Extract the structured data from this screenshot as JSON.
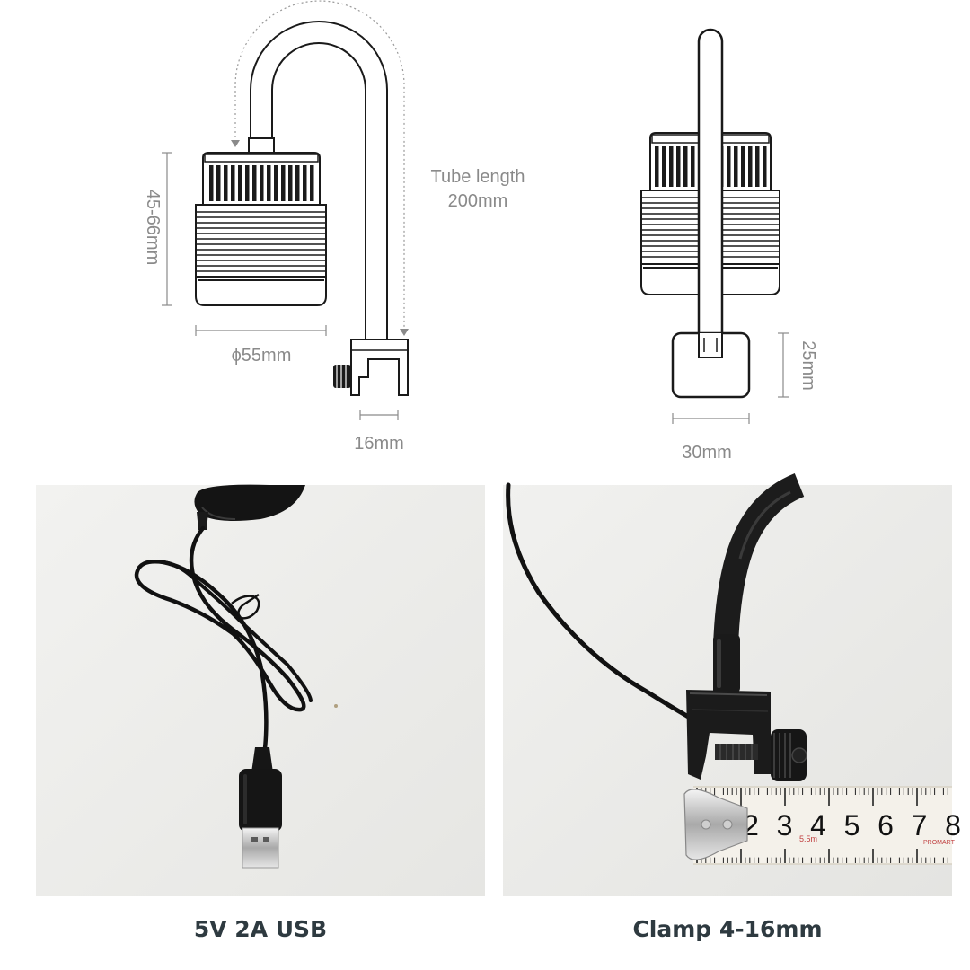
{
  "diagram": {
    "height_label": "45-66mm",
    "tube_length_label": "Tube length",
    "tube_length_value": "200mm",
    "diameter_label": "ϕ55mm",
    "clamp_depth_label": "16mm",
    "clamp_height_label": "25mm",
    "clamp_width_label": "30mm"
  },
  "photos": {
    "ruler_digits": [
      "2",
      "3",
      "4",
      "5",
      "6",
      "7",
      "8"
    ],
    "ruler_small_text": "5.5m",
    "ruler_brand": "PROMART"
  },
  "captions": {
    "usb": "5V 2A USB",
    "clamp": "Clamp 4-16mm"
  },
  "colors": {
    "caption_text": "#2e3a40",
    "dimension_text": "#8a8a8a",
    "line_art": "#1a1a1a",
    "cable": "#111111",
    "photo_background": "#efefed",
    "ruler_yellow": "#f3f0ea"
  }
}
